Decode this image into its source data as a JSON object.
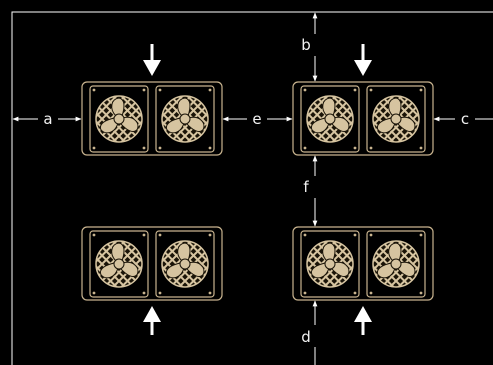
{
  "colors": {
    "background": "#000000",
    "line": "#ffffff",
    "fan_gold": "#d6c4a0",
    "fan_unit_border": "#c9b48f",
    "arrow": "#ffffff"
  },
  "dimension_labels": {
    "a": "a",
    "b": "b",
    "c": "c",
    "d": "d",
    "e": "e",
    "f": "f"
  },
  "fan_units": [
    {
      "id": "top-left",
      "fans": 2,
      "airflow": "down"
    },
    {
      "id": "top-right",
      "fans": 2,
      "airflow": "down"
    },
    {
      "id": "bottom-left",
      "fans": 2,
      "airflow": "up"
    },
    {
      "id": "bottom-right",
      "fans": 2,
      "airflow": "up"
    }
  ]
}
